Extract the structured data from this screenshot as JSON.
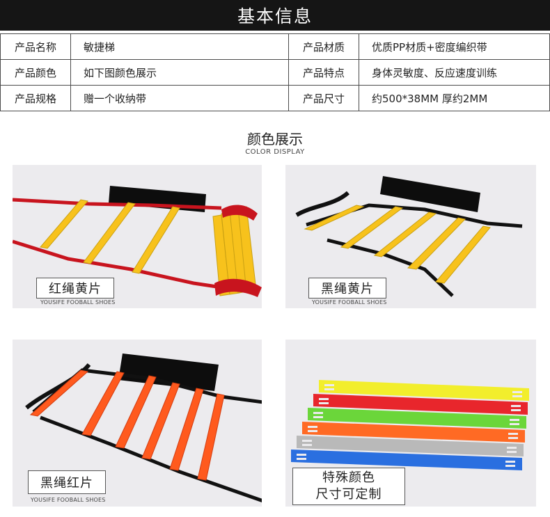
{
  "header": {
    "title": "基本信息"
  },
  "info_table": {
    "rows": [
      {
        "label_left": "产品名称",
        "value_left": "敏捷梯",
        "label_right": "产品材质",
        "value_right": "优质PP材质+密度编织带"
      },
      {
        "label_left": "产品颜色",
        "value_left": "如下图颜色展示",
        "label_right": "产品特点",
        "value_right": "身体灵敏度、反应速度训练"
      },
      {
        "label_left": "产品规格",
        "value_left": "赠一个收纳带",
        "label_right": "产品尺寸",
        "value_right": "约500*38MM 厚约2MM"
      }
    ]
  },
  "color_section": {
    "title": "颜色展示",
    "subtitle": "COLOR DISPLAY"
  },
  "photos": [
    {
      "tag": "红绳黄片",
      "brand": "YOUSIFE FOOBALL SHOES",
      "rope_color": "#c8141e",
      "rung_color": "#f7c21c"
    },
    {
      "tag": "黑绳黄片",
      "brand": "YOUSIFE FOOBALL SHOES",
      "rope_color": "#111111",
      "rung_color": "#f7c21c"
    },
    {
      "tag": "黑绳红片",
      "brand": "YOUSIFE FOOBALL SHOES",
      "rope_color": "#111111",
      "rung_color": "#ff5a1e"
    },
    {
      "tag_line1": "特殊颜色",
      "tag_line2": "尺寸可定制",
      "bar_colors": [
        "#f2ee2c",
        "#e8262c",
        "#6bd63a",
        "#ff6a24",
        "#b9b9b9",
        "#2a6fe0"
      ]
    }
  ]
}
